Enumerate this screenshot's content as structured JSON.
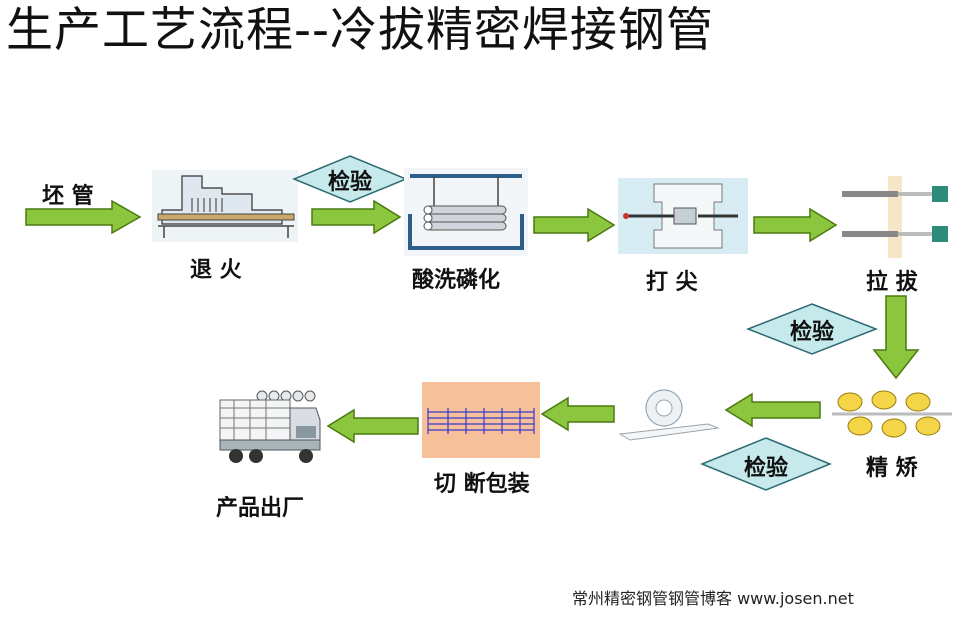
{
  "title": "生产工艺流程--冷拔精密焊接钢管",
  "input_label": "坯  管",
  "steps": [
    {
      "label": "退 火"
    },
    {
      "label": "酸洗磷化"
    },
    {
      "label": "打 尖"
    },
    {
      "label": "拉 拔"
    },
    {
      "label": "精 矫"
    },
    {
      "label": "切 断包装"
    },
    {
      "label": "产品出厂"
    }
  ],
  "inspections": [
    {
      "label": "检验"
    },
    {
      "label": "检验"
    },
    {
      "label": "检验"
    }
  ],
  "footer": "常州精密钢管钢管博客 www.josen.net",
  "colors": {
    "arrow_fill": "#8cc63f",
    "arrow_stroke": "#4a7a10",
    "diamond_fill": "#c6e9ec",
    "diamond_stroke": "#2d6a74",
    "packing_bg": "#f6c19a"
  }
}
